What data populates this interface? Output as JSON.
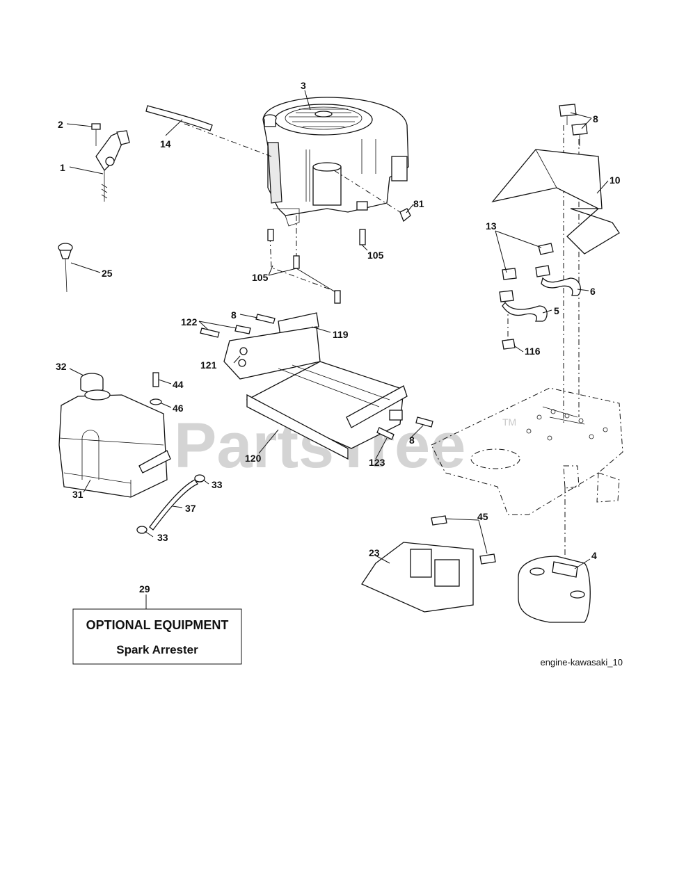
{
  "watermark": {
    "text": "PartsTree",
    "trademark": "TM"
  },
  "optional_box": {
    "title": "OPTIONAL EQUIPMENT",
    "subtitle": "Spark Arrester"
  },
  "reference_code": "engine-kawasaki_10",
  "callouts": {
    "c1": "1",
    "c2": "2",
    "c3": "3",
    "c4": "4",
    "c5": "5",
    "c6": "6",
    "c8a": "8",
    "c8b": "8",
    "c8c": "8",
    "c10": "10",
    "c13": "13",
    "c14": "14",
    "c23": "23",
    "c25": "25",
    "c29": "29",
    "c31": "31",
    "c32": "32",
    "c33a": "33",
    "c33b": "33",
    "c37": "37",
    "c44": "44",
    "c45": "45",
    "c46": "46",
    "c81": "81",
    "c105a": "105",
    "c105b": "105",
    "c116": "116",
    "c119": "119",
    "c120": "120",
    "c121": "121",
    "c122": "122",
    "c123": "123"
  },
  "colors": {
    "line": "#111111",
    "watermark": "#d4d4d4",
    "background": "#ffffff"
  }
}
